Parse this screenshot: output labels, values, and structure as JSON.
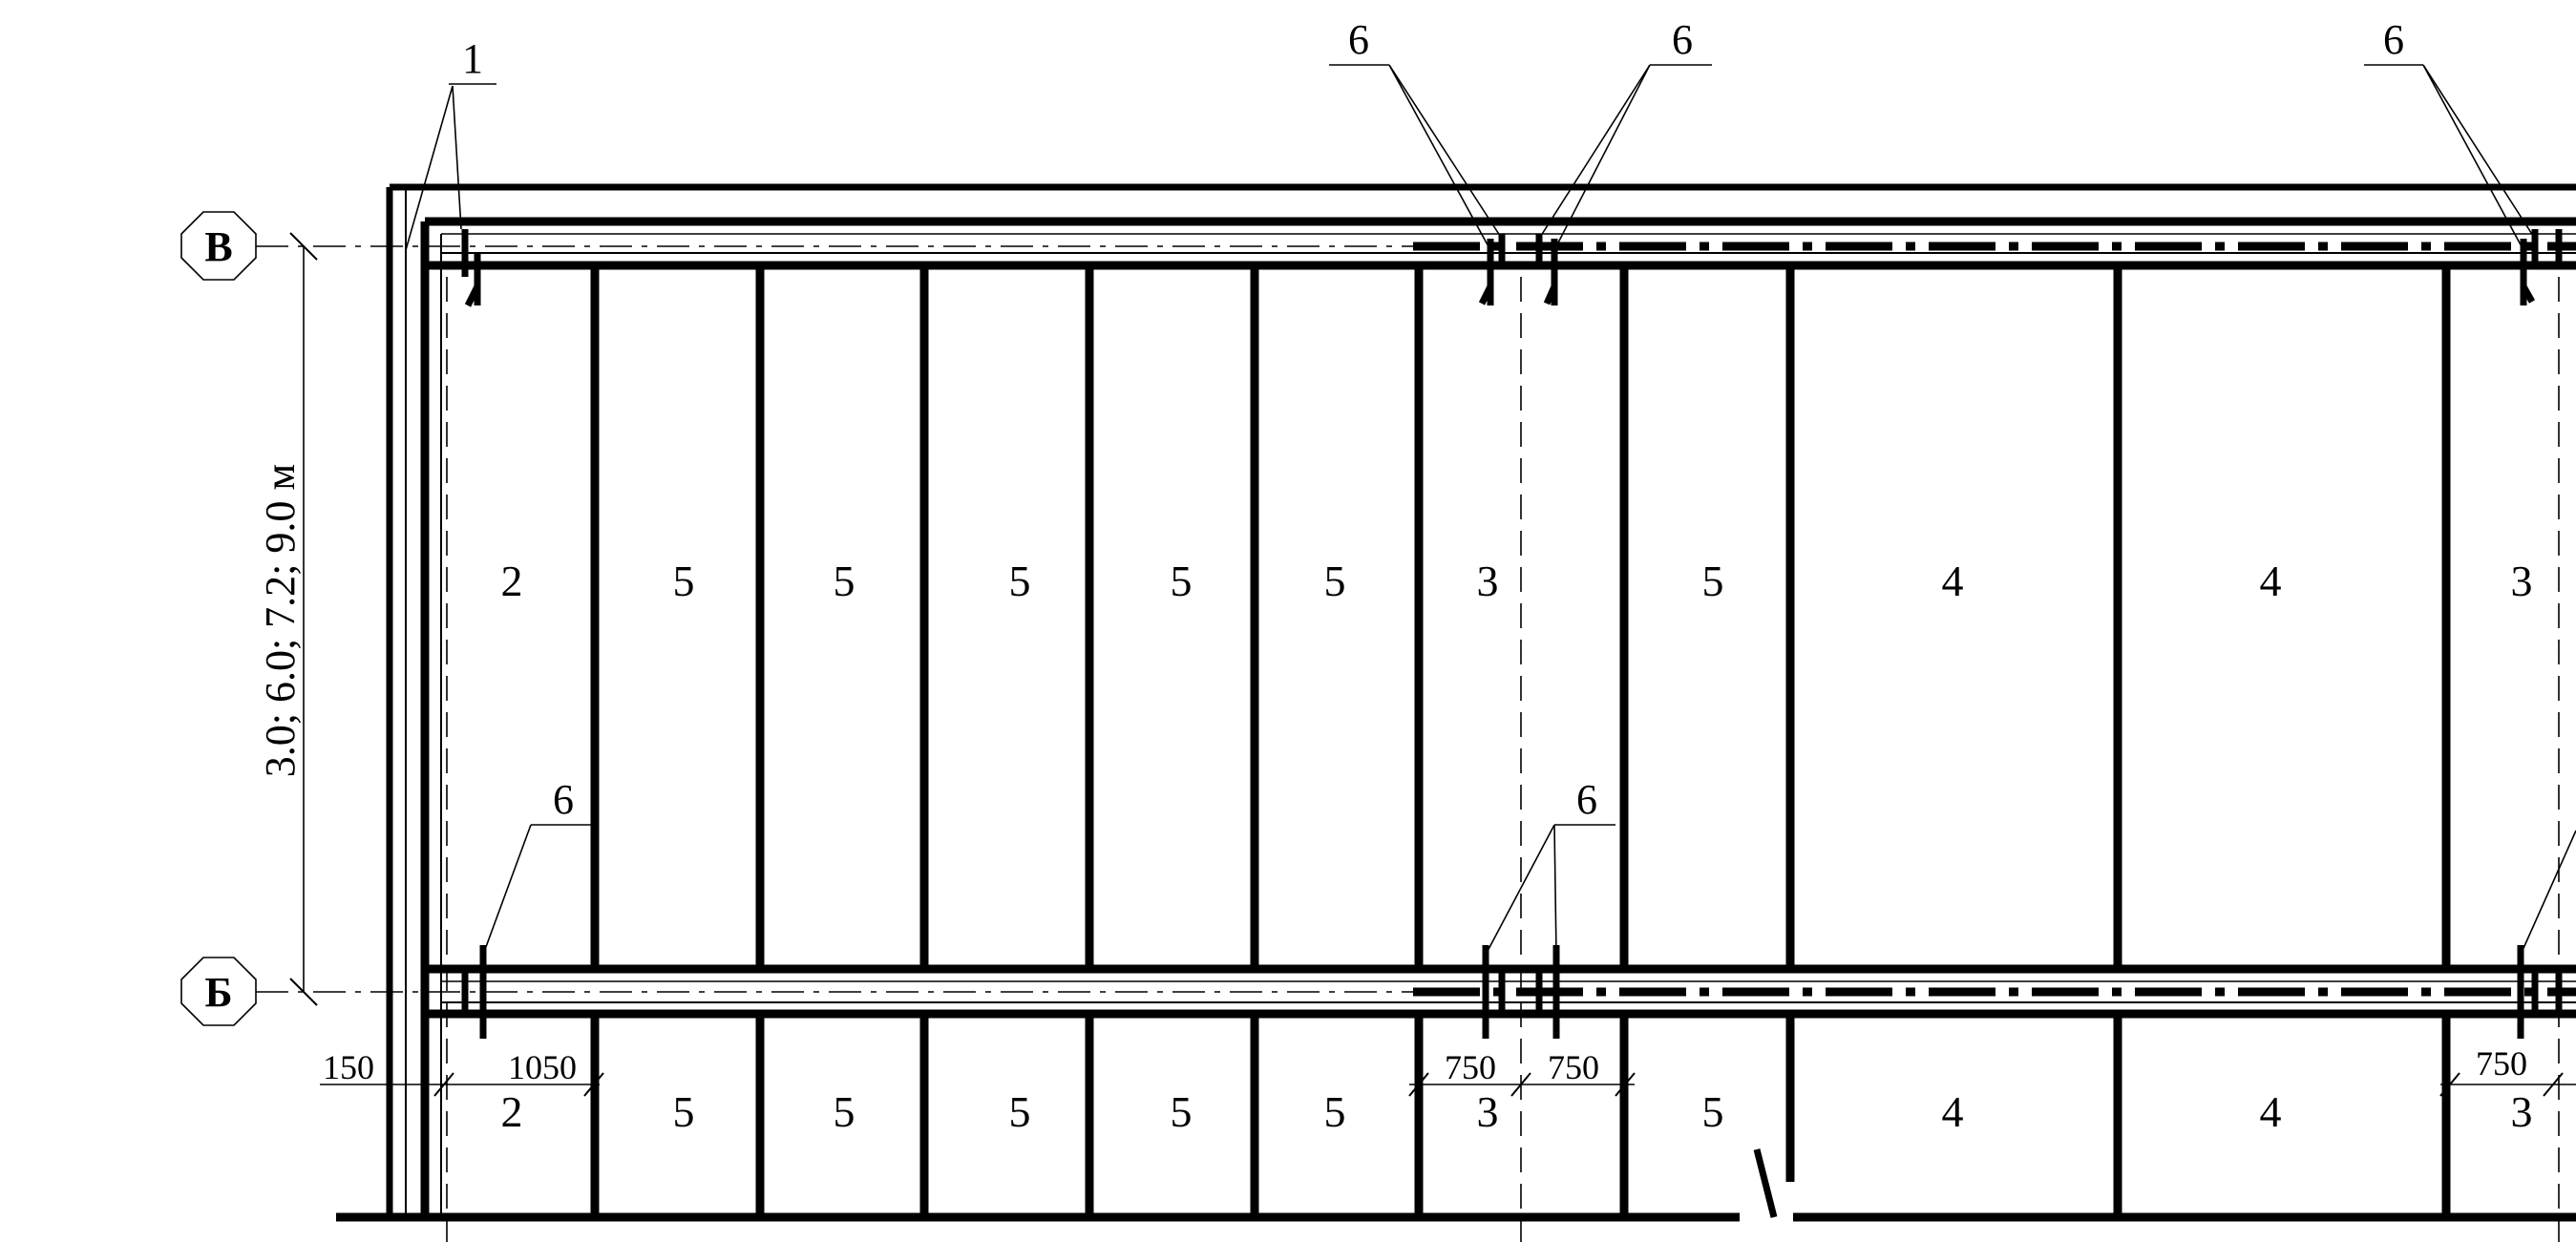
{
  "axes": [
    {
      "id": "upper",
      "label": "В"
    },
    {
      "id": "lower",
      "label": "Б"
    }
  ],
  "vertical_dimension": "3.0; 6.0; 7.2; 9.0 м",
  "leader_labels": {
    "one": "1",
    "six": "6"
  },
  "panel_marks": [
    "2",
    "5",
    "5",
    "5",
    "5",
    "5",
    "3",
    "5",
    "4",
    "4",
    "3"
  ],
  "dimensions": {
    "d150": "150",
    "d1050": "1050",
    "d750a": "750",
    "d750b": "750",
    "d750c": "750"
  }
}
